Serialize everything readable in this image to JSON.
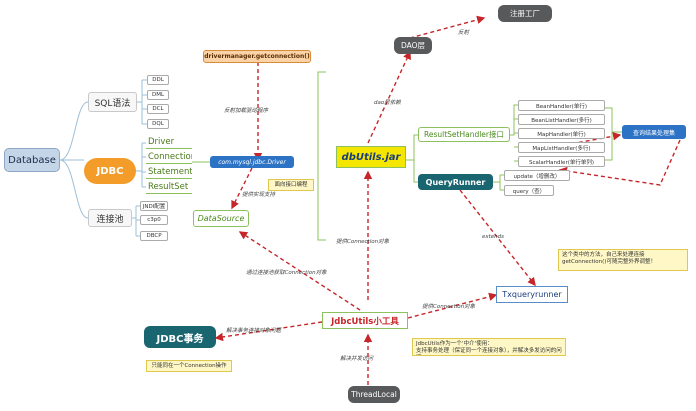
{
  "nodes": {
    "database": "Database",
    "sql": "SQL语法",
    "ddl": "DDL",
    "dml": "DML",
    "dcl": "DCL",
    "dql": "DQL",
    "jdbc": "JDBC",
    "driver": "Driver",
    "connection": "Connection",
    "statement": "Statement",
    "resultset": "ResultSet",
    "pool": "连接池",
    "jndi": "JNDI配置",
    "c3p0": "c3p0",
    "dbcp": "DBCP",
    "drivermanager": "drivermanager.getconnection()",
    "mysql_driver": "com.mysql.jdbc.Driver",
    "interface_note": "面向接口编程",
    "datasource": "DataSource",
    "dbutils_jar": "dbUtils.jar",
    "dao": "DAO层",
    "factory": "注册工厂",
    "rsh": "ResultSetHandler接口",
    "bean": "BeanHandler(单行)",
    "beanlist": "BeanListHandler(多行)",
    "map": "MapHandler(单行)",
    "maplist": "MapListHandler(多行)",
    "scalar": "ScalarHandler(单行单列)",
    "query_result": "查询结果处理集",
    "queryrunner": "QueryRunner",
    "update": "update（增删改）",
    "query": "query（查）",
    "txqr": "Txqueryrunner",
    "tx_note": "这个类中的方法，自己来处理连接getConnection()可随完整外界调整！",
    "jdbcutils": "JdbcUtils小工具",
    "jdbcutils_note": "JdbcUtils作为一个‘中介’使用：\n支持事务处理（保证同一个连接对象），并解决多发访问的问题",
    "jdbc_tx": "JDBC事务",
    "jdbc_tx_note": "只能同在一个Connection操作",
    "threadlocal": "ThreadLocal"
  },
  "edge_labels": {
    "reflect_load": "反射加载驱动程序",
    "provide_impl": "提供实现支持",
    "reflect": "反射",
    "dao_dep": "dao层依赖",
    "provide_conn": "提供Connection对象",
    "get_conn": "通过连接池获取Connection对象",
    "extends": "extends",
    "provide_conn2": "提供Connection对象",
    "tx_issue": "解决事务连接对象问题",
    "concurrency": "解决并发访问"
  },
  "colors": {
    "arrow": "#c6262a",
    "green": "#8cc15e",
    "orange": "#f39c2a",
    "teal": "#1a6670",
    "blue": "#2c73c6",
    "gray": "#58595b"
  }
}
